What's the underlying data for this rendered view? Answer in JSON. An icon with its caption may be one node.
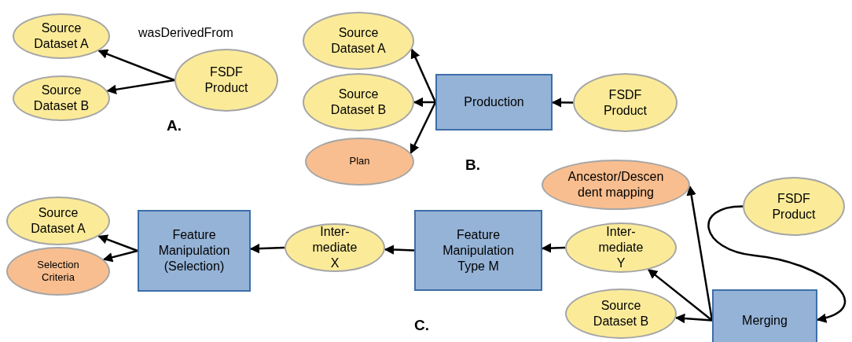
{
  "diagram": {
    "nodes": [
      {
        "text": [
          "Source Dataset A"
        ]
      },
      {
        "text": [
          "Source Dataset B"
        ]
      },
      {
        "text": [
          "FSDF Product"
        ]
      },
      {
        "text": [
          "Source Dataset A"
        ]
      },
      {
        "text": [
          "Source Dataset B"
        ]
      },
      {
        "text": [
          "Plan"
        ]
      },
      {
        "text": [
          "Production"
        ]
      },
      {
        "text": [
          "FSDF Product"
        ]
      },
      {
        "text": [
          "Ancestor/Descen dent mapping"
        ]
      },
      {
        "text": [
          "FSDF Product"
        ]
      },
      {
        "text": [
          "Source Dataset A"
        ]
      },
      {
        "text": [
          "Feature Manipulation (Selection)"
        ]
      },
      {
        "text": [
          "Selection Criteria"
        ]
      },
      {
        "text": [
          "Inter- mediate X"
        ]
      },
      {
        "text": [
          "Feature Manipulation Type M"
        ]
      },
      {
        "text": [
          "Inter- mediate Y"
        ]
      },
      {
        "text": [
          "Source Dataset B"
        ]
      },
      {
        "text": [
          "Merging"
        ]
      }
    ],
    "edges": [
      {
        "from": 2,
        "to": 0,
        "arrow": "to"
      },
      {
        "from": 2,
        "to": 1,
        "arrow": "to"
      },
      {
        "from": 6,
        "to": 3,
        "arrow": "to"
      },
      {
        "from": 6,
        "to": 4,
        "arrow": "to"
      },
      {
        "from": 6,
        "to": 5,
        "arrow": "to"
      },
      {
        "from": 7,
        "to": 6,
        "arrow": "to"
      },
      {
        "from": 11,
        "to": 10,
        "arrow": "to"
      },
      {
        "from": 11,
        "to": 12,
        "arrow": "to"
      },
      {
        "from": 13,
        "to": 11,
        "arrow": "to"
      },
      {
        "from": 14,
        "to": 13,
        "arrow": "to"
      },
      {
        "from": 15,
        "to": 14,
        "arrow": "to"
      },
      {
        "from": 17,
        "to": 8,
        "arrow": "to"
      },
      {
        "from": 17,
        "to": 15,
        "arrow": "to"
      },
      {
        "from": 17,
        "to": 16,
        "arrow": "to"
      },
      {
        "from": 9,
        "to": 17,
        "arrow": "to"
      }
    ],
    "labels": [
      "wasDerivedFrom",
      "A.",
      "B.",
      "C."
    ]
  }
}
